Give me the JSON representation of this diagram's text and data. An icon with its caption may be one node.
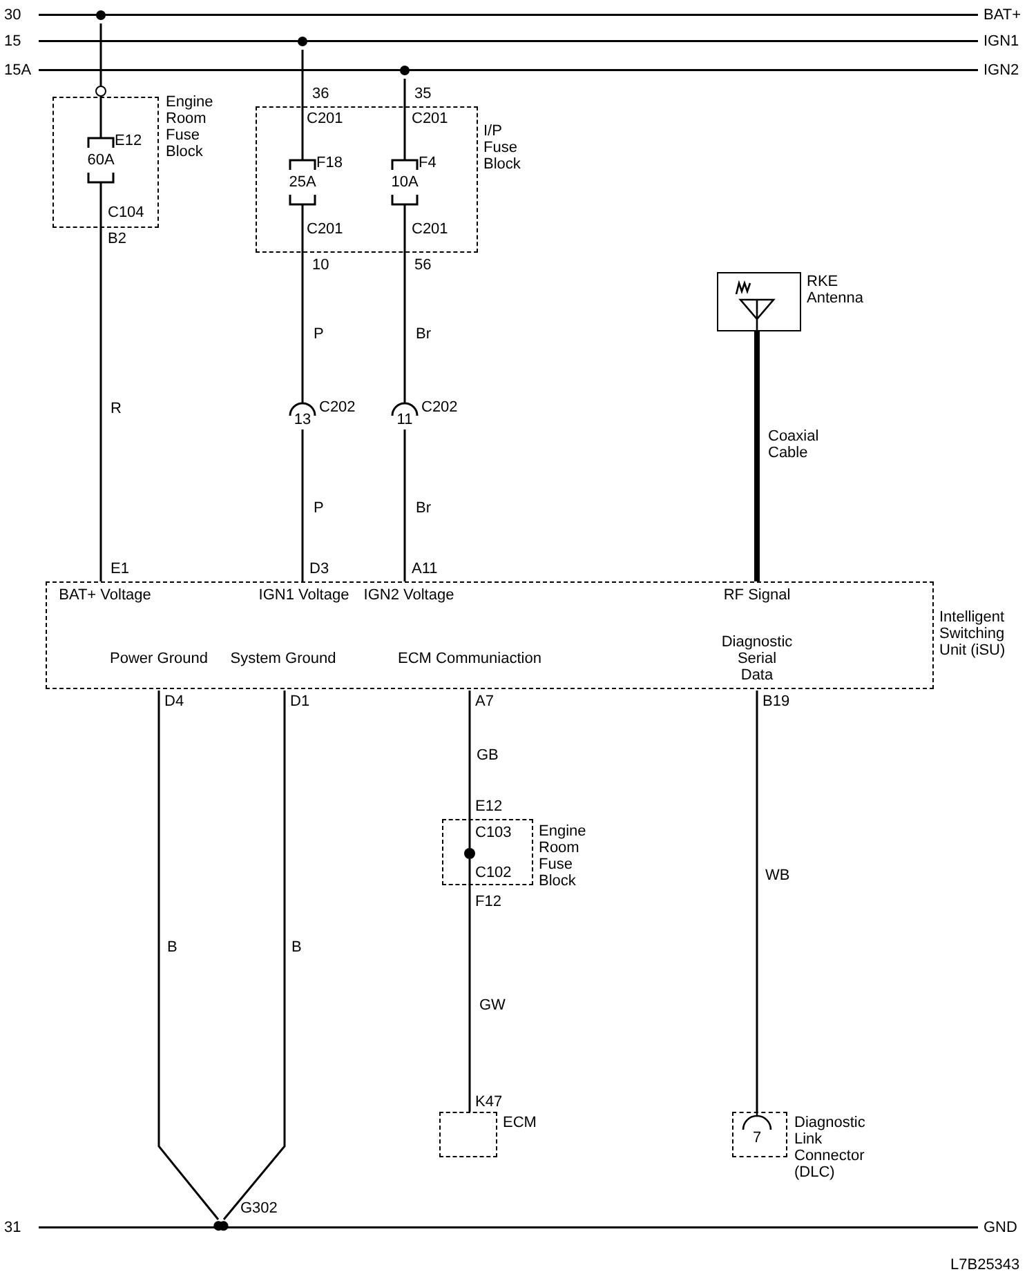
{
  "diagram": {
    "nodes": [
      {
        "text": [
          "30",
          "BAT+"
        ]
      },
      {
        "text": [
          "15",
          "IGN1"
        ]
      },
      {
        "text": [
          "15A",
          "IGN2"
        ]
      },
      {
        "text": [
          "Engine Room Fuse Block"
        ]
      },
      {
        "text": [
          "E12",
          "60A"
        ],
        "in": 3
      },
      {
        "text": [
          "I/P Fuse Block"
        ]
      },
      {
        "text": [
          "F18",
          "25A"
        ],
        "in": 5
      },
      {
        "text": [
          "F4",
          "10A"
        ],
        "in": 5
      },
      {
        "text": [
          "RKE Antenna"
        ]
      },
      {
        "text": [
          "C202",
          "13"
        ]
      },
      {
        "text": [
          "C202",
          "11"
        ]
      },
      {
        "text": [
          "Intelligent Switching Unit (iSU)",
          "BAT+ Voltage",
          "IGN1 Voltage",
          "IGN2 Voltage",
          "RF Signal",
          "Power Ground",
          "System Ground",
          "ECM Communiaction",
          "Diagnostic Serial Data"
        ]
      },
      {
        "text": [
          "Engine Room Fuse Block"
        ]
      },
      {
        "text": [],
        "shape": "circle",
        "in": 12
      },
      {
        "text": [
          "ECM"
        ]
      },
      {
        "text": [
          "7",
          "Diagnostic Link Connector (DLC)"
        ]
      },
      {
        "text": [
          "31",
          "GND"
        ]
      }
    ],
    "edges": [
      {
        "from": 0,
        "to": 4,
        "arrow": "other"
      },
      {
        "from": 4,
        "to": 11,
        "label": "R",
        "arrow": "none"
      },
      {
        "from": 1,
        "to": 6,
        "arrow": "other"
      },
      {
        "from": 6,
        "to": 9,
        "label": "P",
        "arrow": "none"
      },
      {
        "from": 9,
        "to": 11,
        "label": "P",
        "arrow": "none"
      },
      {
        "from": 2,
        "to": 7,
        "arrow": "other"
      },
      {
        "from": 7,
        "to": 10,
        "label": "Br",
        "arrow": "none"
      },
      {
        "from": 10,
        "to": 11,
        "label": "Br",
        "arrow": "none"
      },
      {
        "from": 8,
        "to": 11,
        "label": "Coaxial Cable",
        "arrow": "none",
        "style": "thick"
      },
      {
        "from": 11,
        "to": 16,
        "label": "B",
        "arrow": "other"
      },
      {
        "from": 11,
        "to": 16,
        "label": "B",
        "arrow": "other"
      },
      {
        "from": 11,
        "to": 13,
        "label": "GB",
        "arrow": "none"
      },
      {
        "from": 13,
        "to": 14,
        "label": "GW",
        "arrow": "none"
      },
      {
        "from": 11,
        "to": 15,
        "label": "WB",
        "arrow": "none"
      }
    ],
    "labels": [
      "36",
      "35",
      "C201",
      "C201",
      "C104",
      "B2",
      "C201",
      "C201",
      "10",
      "56",
      "E1",
      "D3",
      "A11",
      "D4",
      "D1",
      "A7",
      "B19",
      "E12",
      "C103",
      "C102",
      "F12",
      "K47",
      "G302",
      "L7B25343"
    ]
  }
}
